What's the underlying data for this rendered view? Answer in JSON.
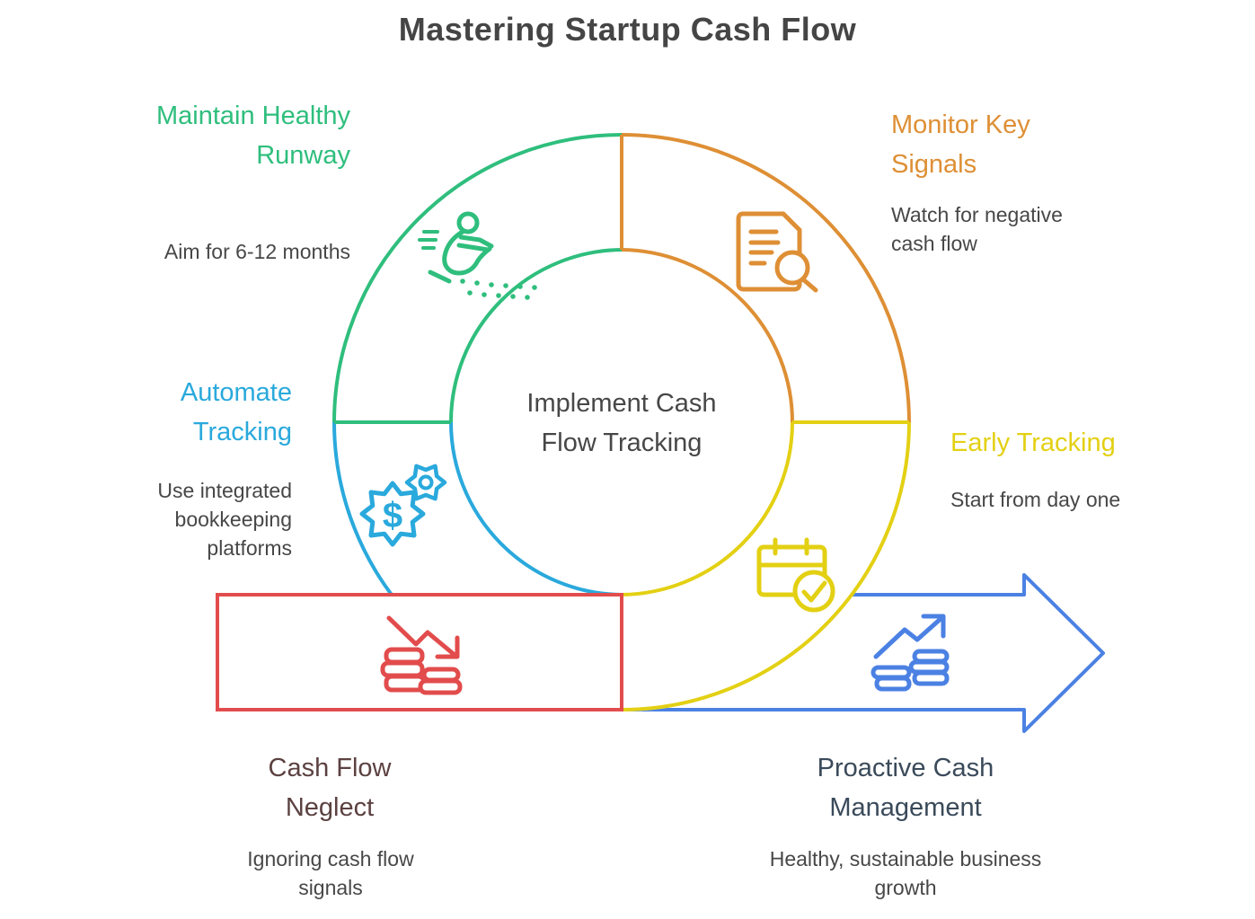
{
  "title": "Mastering Startup Cash Flow",
  "center_label": "Implement Cash Flow Tracking",
  "sections": {
    "maintain_healthy_runway": {
      "heading": "Maintain Healthy Runway",
      "description": "Aim for 6-12 months",
      "heading_color": "#2FBE7D",
      "accent_color": "#2FBE7D",
      "icon": "runner-icon"
    },
    "monitor_key_signals": {
      "heading": "Monitor Key Signals",
      "description": "Watch for negative cash flow",
      "heading_color": "#DE8F35",
      "accent_color": "#DE8F35",
      "icon": "document-search-icon"
    },
    "automate_tracking": {
      "heading": "Automate Tracking",
      "description": "Use integrated bookkeeping platforms",
      "heading_color": "#2AA9DC",
      "accent_color": "#2AA9DC",
      "icon": "gears-dollar-icon"
    },
    "early_tracking": {
      "heading": "Early Tracking",
      "description": "Start from day one",
      "heading_color": "#E3D013",
      "accent_color": "#E3D013",
      "icon": "calendar-check-icon"
    },
    "cash_flow_neglect": {
      "heading": "Cash Flow Neglect",
      "description": "Ignoring cash flow signals",
      "heading_color": "#5C4141",
      "accent_color": "#E24C4C",
      "icon": "declining-chart-coins-icon"
    },
    "proactive_cash_management": {
      "heading": "Proactive Cash Management",
      "description": "Healthy, sustainable business growth",
      "heading_color": "#3A4A5A",
      "accent_color": "#4B81E3",
      "icon": "growth-chart-coins-icon"
    }
  },
  "icons": {
    "dollar_glyph": "$"
  },
  "colors": {
    "title_text": "#454545",
    "body_text": "#474747",
    "background": "#FFFFFF"
  }
}
